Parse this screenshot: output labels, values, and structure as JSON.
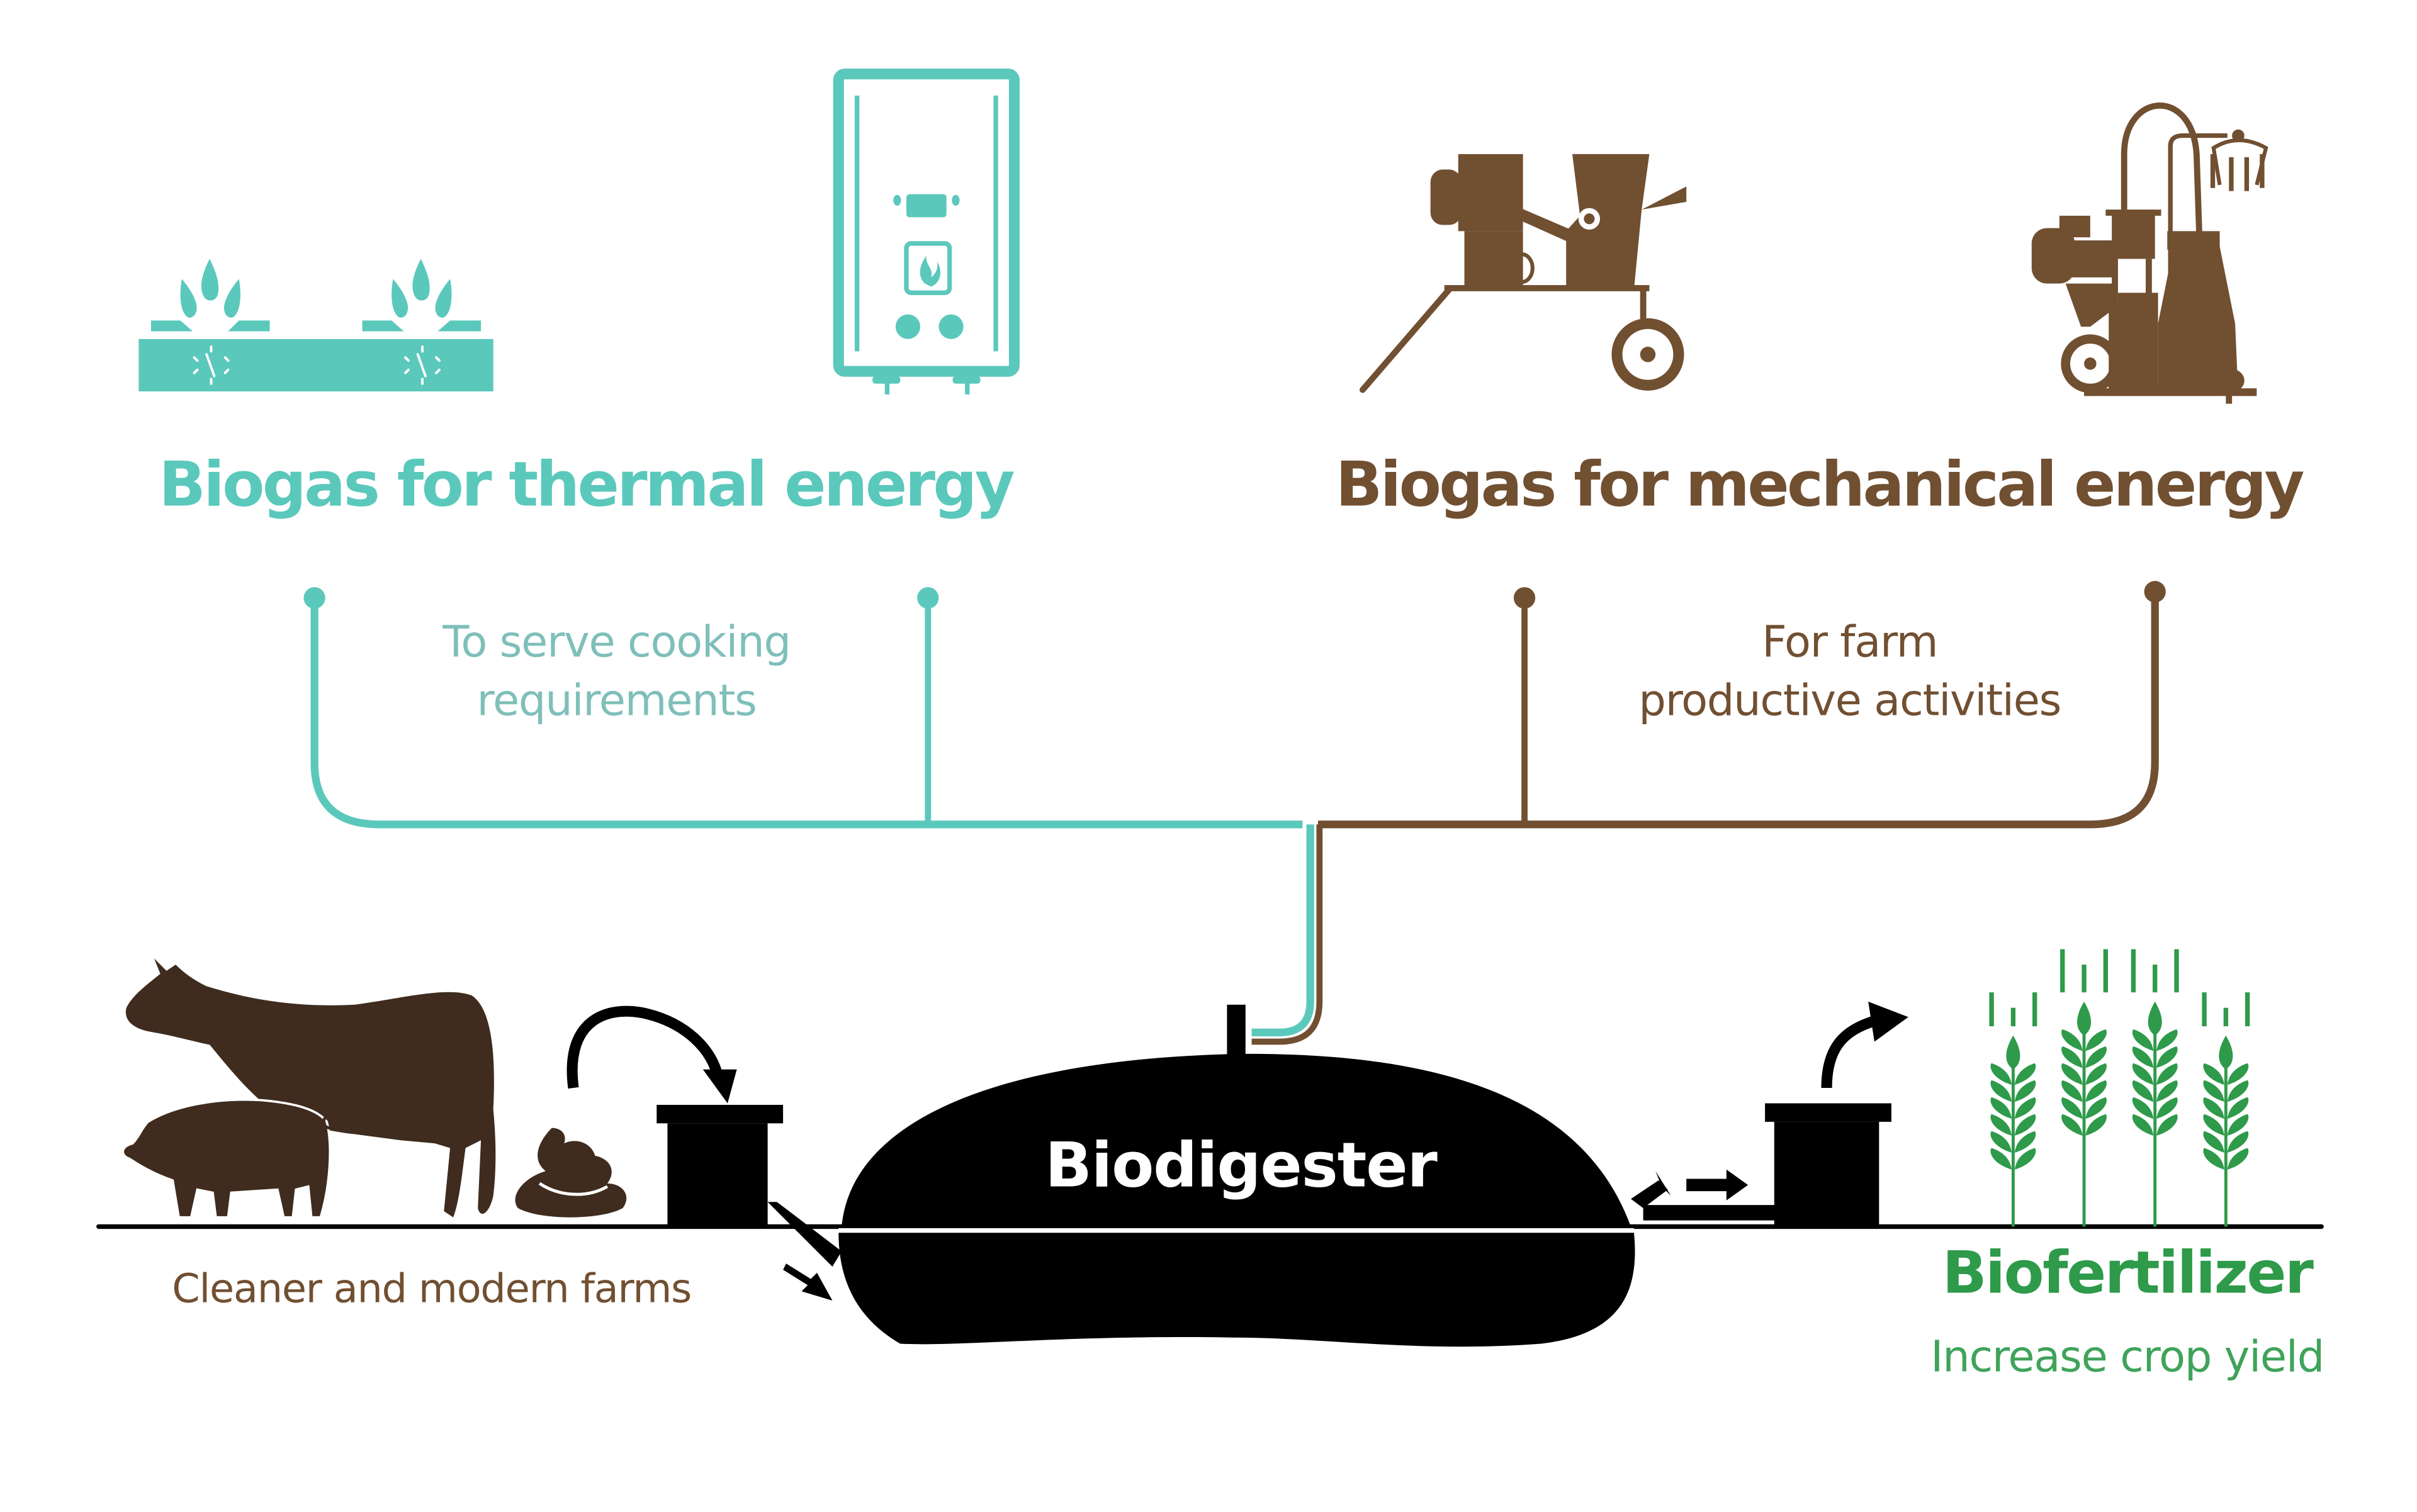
{
  "colors": {
    "thermal": "#5BC8BC",
    "thermal_text_light": "#7FBFBA",
    "mechanical": "#714F31",
    "animals": "#3F2C1F",
    "digester": "#000000",
    "biofertilizer": "#2E9A4A",
    "biofertilizer_light": "#3FA35A",
    "background": "#FFFFFF"
  },
  "thermal": {
    "title": "Biogas for thermal energy",
    "subtitle_lines": [
      "To serve cooking",
      "requirements"
    ],
    "icons": [
      "gas-stove-icon",
      "water-heater-icon"
    ]
  },
  "mechanical": {
    "title": "Biogas for mechanical energy",
    "subtitle_lines": [
      "For farm",
      "productive activities"
    ],
    "icons": [
      "chaff-cutter-machine-icon",
      "milking-machine-icon"
    ]
  },
  "digester": {
    "label": "Biodigester"
  },
  "farm": {
    "label": "Cleaner and modern farms",
    "icons": [
      "cow-icon",
      "pig-icon",
      "manure-icon"
    ]
  },
  "biofertilizer": {
    "title": "Biofertilizer",
    "subtitle": "Increase crop yield",
    "icons": [
      "wheat-icon"
    ]
  }
}
